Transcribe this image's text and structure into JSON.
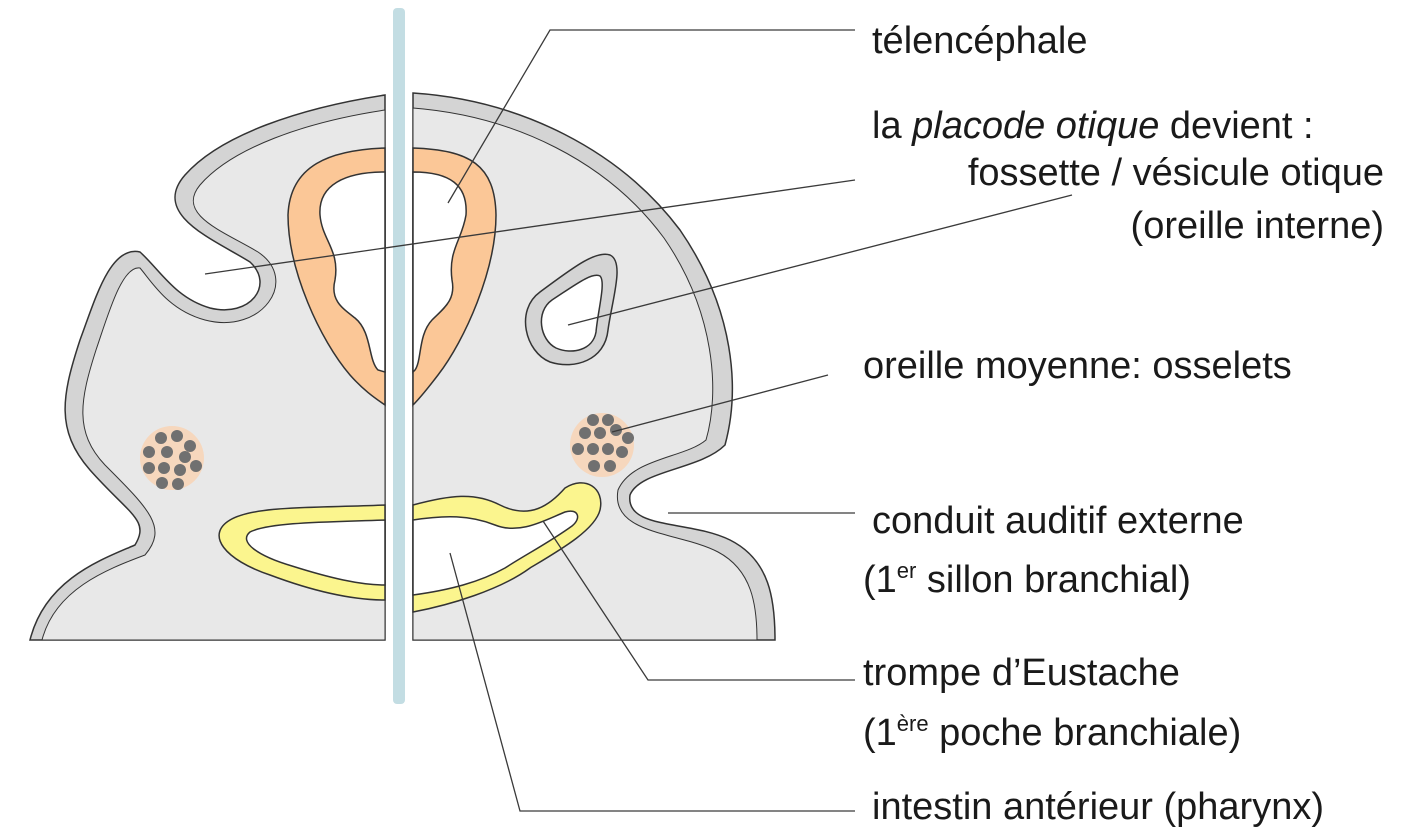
{
  "labels": {
    "telencephale": "télencéphale",
    "placode_prefix": "la",
    "placode_italic": "placode otique",
    "placode_suffix": "devient :",
    "fossette": "fossette / vésicule otique",
    "oreille_interne": "(oreille interne)",
    "oreille_moyenne": "oreille moyenne: osselets",
    "conduit": "conduit auditif externe",
    "sillon_1": "(1",
    "sillon_sup": "er",
    "sillon_rest": " sillon branchial)",
    "trompe": "trompe d’Eustache",
    "poche_1": "(1",
    "poche_sup": "ère",
    "poche_rest": " poche branchiale)",
    "intestin": "intestin antérieur (pharynx)"
  },
  "colors": {
    "tissue_fill": "#e8e8e8",
    "ectoderm_outline": "#d4d4d4",
    "stroke": "#333333",
    "neural_tube": "#fbc797",
    "pharynx_endoderm": "#fbf58e",
    "mesenchyme_condensation": "#f6d7bd",
    "ossicle_dots": "#707070",
    "midline_bar": "#c3dde3",
    "leader_lines": "#3a3a3a"
  }
}
